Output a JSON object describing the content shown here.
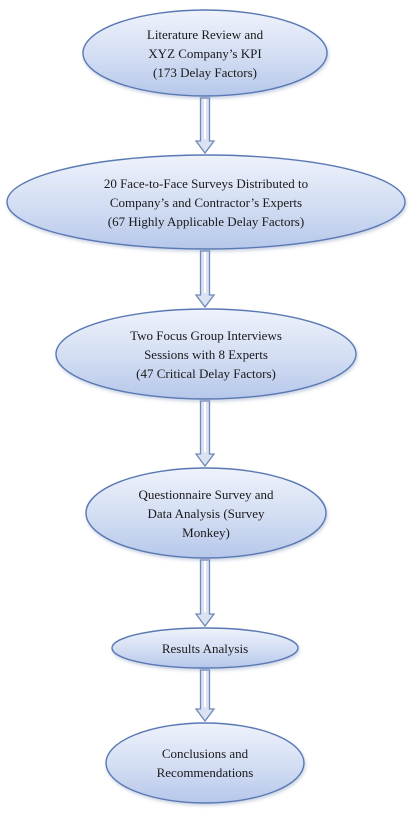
{
  "colors": {
    "ellipse_fill_top": "#eef2fb",
    "ellipse_fill_bottom": "#b6c7ea",
    "ellipse_stroke": "#5a79b4",
    "arrow_fill": "#dbe3f3",
    "arrow_stroke": "#7188b8"
  },
  "nodes": [
    {
      "id": "literature-review",
      "lines": [
        "Literature Review and",
        "XYZ Company’s KPI",
        "(173 Delay Factors)"
      ]
    },
    {
      "id": "face-to-face-surveys",
      "lines": [
        "20 Face-to-Face Surveys Distributed to",
        "Company’s and Contractor’s Experts",
        "(67 Highly Applicable Delay Factors)"
      ]
    },
    {
      "id": "focus-group-interviews",
      "lines": [
        "Two Focus Group Interviews",
        "Sessions with 8 Experts",
        "(47 Critical Delay Factors)"
      ]
    },
    {
      "id": "questionnaire-survey",
      "lines": [
        "Questionnaire Survey and",
        "Data Analysis (Survey",
        "Monkey)"
      ]
    },
    {
      "id": "results-analysis",
      "lines": [
        "Results Analysis"
      ]
    },
    {
      "id": "conclusions",
      "lines": [
        "Conclusions and",
        "Recommendations"
      ]
    }
  ]
}
